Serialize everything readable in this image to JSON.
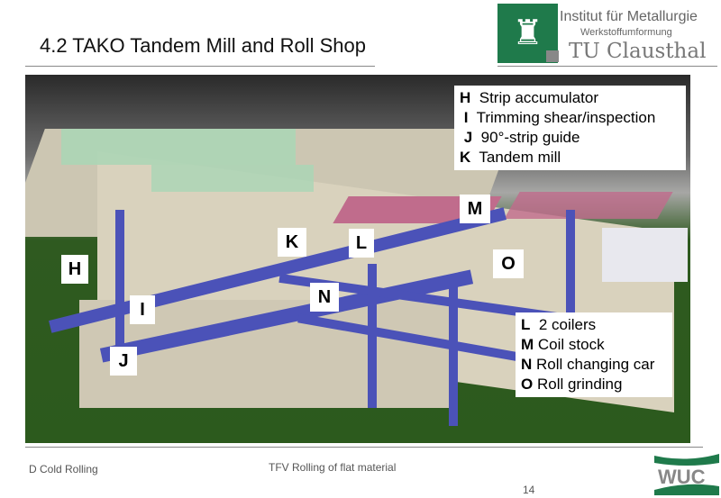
{
  "header": {
    "title": "4.2 TAKO Tandem Mill and Roll Shop",
    "institute_line1": "Institut für Metallurgie",
    "institute_line2": "Werkstoffumformung",
    "institute_line3": "TU Clausthal"
  },
  "scene": {
    "markers": [
      "H",
      "I",
      "J",
      "K",
      "L",
      "M",
      "N",
      "O"
    ],
    "legend_top": [
      {
        "key": "H",
        "text": "Strip accumulator"
      },
      {
        "key": "I",
        "text": "Trimming shear/inspection"
      },
      {
        "key": "J",
        "text": "90°-strip guide"
      },
      {
        "key": "K",
        "text": "Tandem mill"
      }
    ],
    "legend_bottom": [
      {
        "key": "L",
        "text": "2 coilers"
      },
      {
        "key": "M",
        "text": "Coil stock"
      },
      {
        "key": "N",
        "text": "Roll changing car"
      },
      {
        "key": "O",
        "text": "Roll grinding"
      }
    ]
  },
  "footer": {
    "left": "D Cold Rolling",
    "center": "TFV Rolling of flat material",
    "page": "14",
    "logo_text": "WUC"
  },
  "colors": {
    "brand_green": "#1f7a4b",
    "steel_blue": "#4b52b8",
    "coil_pink": "#c06c8c"
  }
}
